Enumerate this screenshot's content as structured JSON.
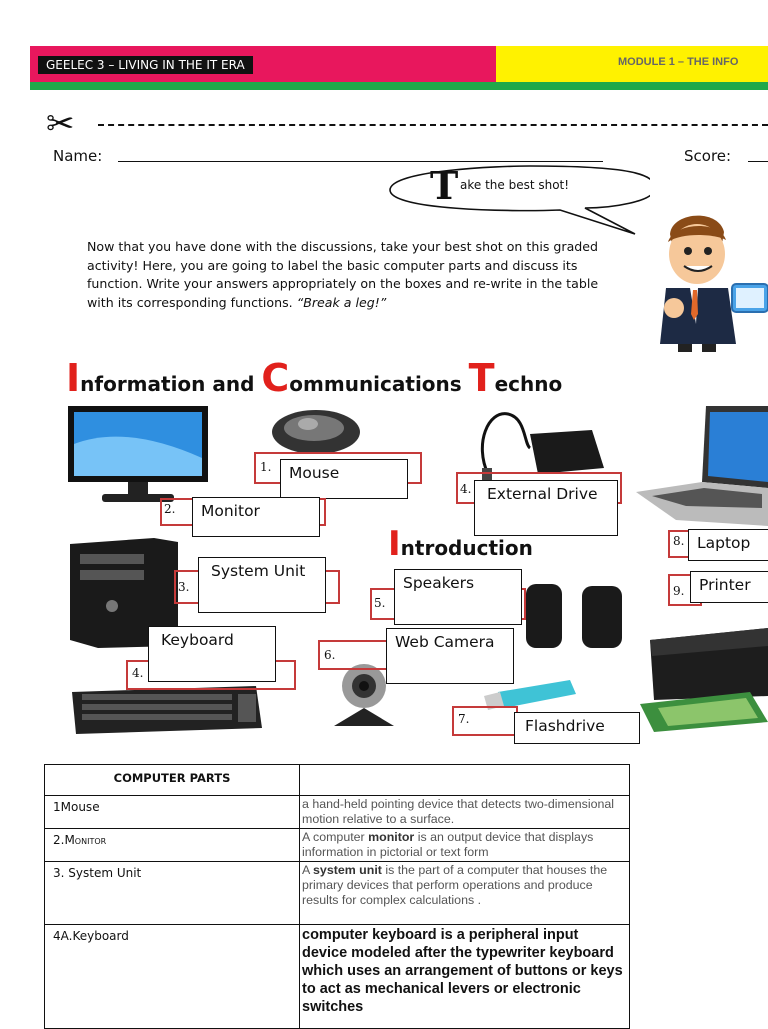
{
  "header": {
    "course": "GEELEC 3 – LIVING IN THE IT ERA",
    "module": "MODULE 1 – THE INFO"
  },
  "form": {
    "name_label": "Name:",
    "score_label": "Score:"
  },
  "bubble": {
    "first_letter": "T",
    "rest": "ake the best shot!"
  },
  "instructions": {
    "text": "Now that you have done with the discussions, take your best shot on this graded activity! Here, you are going to label the basic computer parts and discuss its function. Write your answers appropriately on the boxes and re-write in the table with its corresponding functions. ",
    "quote": "“Break a leg!”"
  },
  "banner": {
    "i_cap": "I",
    "i_rest": "nformation and ",
    "c_cap": "C",
    "c_rest": "ommunications ",
    "t_cap": "T",
    "t_rest": "echno",
    "intro_cap": "I",
    "intro_rest": "ntroduction"
  },
  "labels": [
    {
      "num": "1.",
      "text": "Mouse"
    },
    {
      "num": "2.",
      "text": "Monitor"
    },
    {
      "num": "3.",
      "text": "System Unit"
    },
    {
      "num": "4.",
      "text": "Keyboard"
    },
    {
      "num": "4.",
      "text": "External Drive"
    },
    {
      "num": "5.",
      "text": "Speakers"
    },
    {
      "num": "6.",
      "text": "Web Camera"
    },
    {
      "num": "7.",
      "text": "Flashdrive"
    },
    {
      "num": "8.",
      "text": "Laptop"
    },
    {
      "num": "9.",
      "text": "Printer"
    }
  ],
  "table": {
    "header_col1": "COMPUTER PARTS",
    "header_col2": "",
    "rows": [
      {
        "part": "1Mouse",
        "desc": " a hand-held pointing device that detects two-dimensional motion relative to a surface."
      },
      {
        "part": "2.Monitor",
        "desc_pre": "A computer ",
        "desc_bold": "monitor",
        "desc_post": " is an output device that displays information in pictorial or text form"
      },
      {
        "part": "3. System Unit",
        "desc_pre": "A ",
        "desc_bold": "system unit",
        "desc_post": " is the part of a computer that houses the primary devices that perform operations and produce results for complex calculations ."
      },
      {
        "part": "4A.Keyboard",
        "desc_a": "computer keyboard is ",
        "desc_b": "a peripheral input device modeled after",
        "desc_c": " the typewriter keyboard which uses an arrangement of buttons or keys to act as mechanical levers or electronic switches"
      }
    ]
  },
  "colors": {
    "pink": "#e8175d",
    "yellow": "#fff200",
    "green": "#20a84a",
    "accent_red": "#e1211c"
  }
}
